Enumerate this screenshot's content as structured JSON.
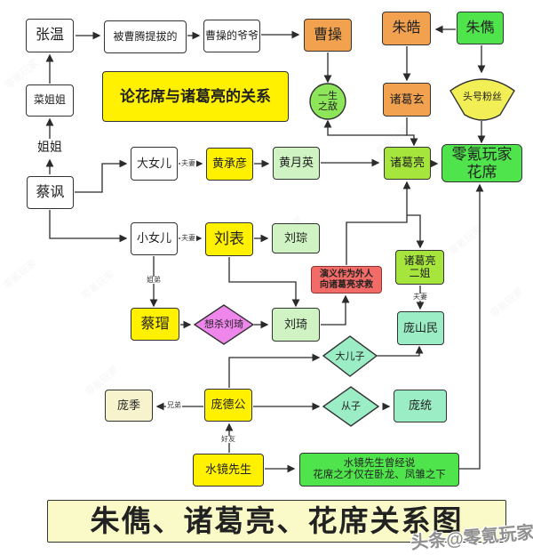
{
  "nodes": {
    "zhangwen": {
      "label": "张温"
    },
    "tiba": {
      "label": "被曹腾提拔的"
    },
    "yeye": {
      "label": "曹操的爷爷"
    },
    "caocao": {
      "label": "曹操"
    },
    "zhuhao": {
      "label": "朱皓"
    },
    "zhujun": {
      "label": "朱儁"
    },
    "caijiejie": {
      "label": "菜姐姐"
    },
    "title": {
      "label": "论花席与诸葛亮的关系"
    },
    "yisheng": {
      "line1": "一生",
      "line2": "之敌"
    },
    "zhugexuan": {
      "label": "诸葛玄"
    },
    "fensi": {
      "label": "头号粉丝"
    },
    "jiejie": {
      "label": "姐姐"
    },
    "caifeng": {
      "label": "蔡讽"
    },
    "danver": {
      "label": "大女儿"
    },
    "huangchengyan": {
      "label": "黄承彦"
    },
    "huangyueying": {
      "label": "黄月英"
    },
    "zhugeliang": {
      "label": "诸葛亮"
    },
    "huaxi": {
      "line1": "零氪玩家",
      "line2": "花席"
    },
    "xiaonver": {
      "label": "小女儿"
    },
    "liubiao": {
      "label": "刘表"
    },
    "liucong": {
      "label": "刘琮"
    },
    "erjie": {
      "line1": "诸葛亮",
      "line2": "二姐"
    },
    "yanyi": {
      "line1": "演义作为外人",
      "line2": "向诸葛亮求救"
    },
    "caimao": {
      "label": "蔡瑁"
    },
    "xiangsha": {
      "label": "想杀刘琦"
    },
    "liuqi": {
      "label": "刘琦"
    },
    "pangshanmin": {
      "label": "庞山民"
    },
    "daerzi": {
      "label": "大儿子"
    },
    "congzi": {
      "label": "从子"
    },
    "pangtong": {
      "label": "庞统"
    },
    "pangji": {
      "label": "庞季"
    },
    "pangdegong": {
      "label": "庞德公"
    },
    "shuijing": {
      "label": "水镜先生"
    },
    "quote": {
      "line1": "水镜先生曾经说",
      "line2": "花席之才仅在卧龙、凤雏之下"
    },
    "banner": {
      "label": "朱儁、诸葛亮、花席关系图"
    }
  },
  "edge_labels": {
    "fuqi_a": "夫妻",
    "fuqi_b": "夫妻",
    "fuqi_c": "夫妻",
    "jiedi": "姐弟",
    "xiongdi": "兄弟",
    "haoyou": "好友"
  },
  "watermarks": {
    "corner": "头条@零氪玩家",
    "tile": "零氪玩家"
  },
  "colors": {
    "white_box": "#fefefe",
    "orange_box": "#f2a24e",
    "bright_green_box": "#4fe44c",
    "light_green_box": "#cff3c3",
    "yellow_green_box": "#a6e63c",
    "yellow_box": "#fff100",
    "cream_box": "#f7f3cc",
    "banner_box": "#fafac9",
    "mint_box": "#9bedc6",
    "violet_diamond": "#ee86ec",
    "red_box": "#f26b66",
    "line": "#2b2b2b"
  },
  "edges": [
    {
      "from": "张温",
      "to": "被曹腾提拔的"
    },
    {
      "from": "被曹腾提拔的",
      "to": "曹操的爷爷"
    },
    {
      "from": "曹操的爷爷",
      "to": "曹操"
    },
    {
      "from": "朱儁",
      "to": "朱皓"
    },
    {
      "from": "菜姐姐",
      "to": "张温"
    },
    {
      "from": "蔡讽",
      "to": "菜姐姐",
      "label": "姐姐"
    },
    {
      "from": "曹操",
      "to": "一生之敌"
    },
    {
      "from": "朱皓",
      "to": "诸葛玄"
    },
    {
      "from": "朱儁",
      "to": "头号粉丝"
    },
    {
      "from": "诸葛玄",
      "to": "诸葛亮"
    },
    {
      "from": "诸葛亮",
      "to": "一生之敌"
    },
    {
      "from": "头号粉丝",
      "to": "零氪玩家花席"
    },
    {
      "from": "蔡讽",
      "to": "大女儿"
    },
    {
      "from": "蔡讽",
      "to": "小女儿"
    },
    {
      "from": "大女儿",
      "to": "黄承彦",
      "label": "夫妻"
    },
    {
      "from": "黄承彦",
      "to": "黄月英"
    },
    {
      "from": "黄月英",
      "to": "诸葛亮"
    },
    {
      "from": "诸葛亮",
      "to": "零氪玩家花席"
    },
    {
      "from": "小女儿",
      "to": "刘表",
      "label": "夫妻"
    },
    {
      "from": "刘表",
      "to": "刘琮"
    },
    {
      "from": "刘表",
      "to": "刘琦"
    },
    {
      "from": "小女儿",
      "to": "蔡瑁",
      "label": "姐弟"
    },
    {
      "from": "蔡瑁",
      "to": "想杀刘琦"
    },
    {
      "from": "想杀刘琦",
      "to": "刘琦"
    },
    {
      "from": "刘琦",
      "to": "演义作为外人向诸葛亮求救"
    },
    {
      "from": "演义作为外人向诸葛亮求救",
      "to": "诸葛亮"
    },
    {
      "from": "诸葛亮",
      "to": "诸葛亮二姐"
    },
    {
      "from": "诸葛亮二姐",
      "to": "庞山民",
      "label": "夫妻"
    },
    {
      "from": "庞德公",
      "to": "大儿子"
    },
    {
      "from": "大儿子",
      "to": "庞山民"
    },
    {
      "from": "庞德公",
      "to": "从子"
    },
    {
      "from": "从子",
      "to": "庞统"
    },
    {
      "from": "庞德公",
      "to": "庞季",
      "label": "兄弟"
    },
    {
      "from": "水镜先生",
      "to": "庞德公",
      "label": "好友"
    },
    {
      "from": "水镜先生",
      "to": "水镜先生曾经说花席之才仅在卧龙、凤雏之下"
    },
    {
      "from": "水镜先生曾经说花席之才仅在卧龙、凤雏之下",
      "to": "零氪玩家花席"
    }
  ]
}
